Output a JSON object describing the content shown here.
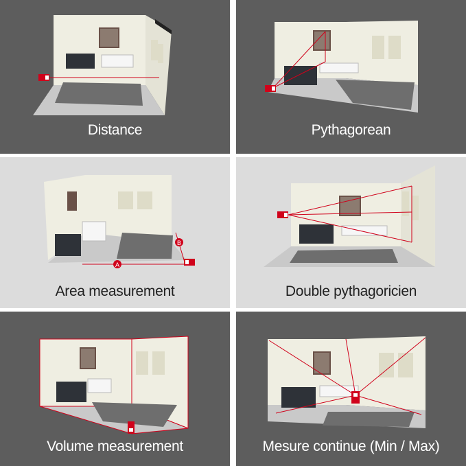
{
  "panels": [
    {
      "label": "Distance",
      "tone": "dark"
    },
    {
      "label": "Pythagorean",
      "tone": "dark"
    },
    {
      "label": "Area measurement",
      "tone": "light"
    },
    {
      "label": "Double pythagoricien",
      "tone": "light"
    },
    {
      "label": "Volume measurement",
      "tone": "dark"
    },
    {
      "label": "Mesure continue (Min / Max)",
      "tone": "dark"
    }
  ],
  "markers": {
    "a": "A",
    "b": "B"
  },
  "colors": {
    "dark_panel": "#5d5d5d",
    "light_panel": "#dcdcdc",
    "laser": "#d0021b",
    "wall": "#efeee2",
    "floor": "#c9c9c9",
    "rug": "#6f6f6f"
  }
}
